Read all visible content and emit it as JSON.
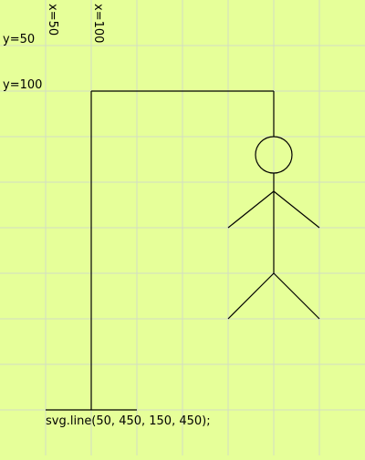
{
  "colors": {
    "background": "#e6ff99",
    "grid": "#d3dcc4",
    "stroke": "#000000"
  },
  "labels": {
    "x50": "x=50",
    "x100": "x=100",
    "y50": "y=50",
    "y100": "y=100",
    "code": "svg.line(50, 450, 150, 450);"
  }
}
